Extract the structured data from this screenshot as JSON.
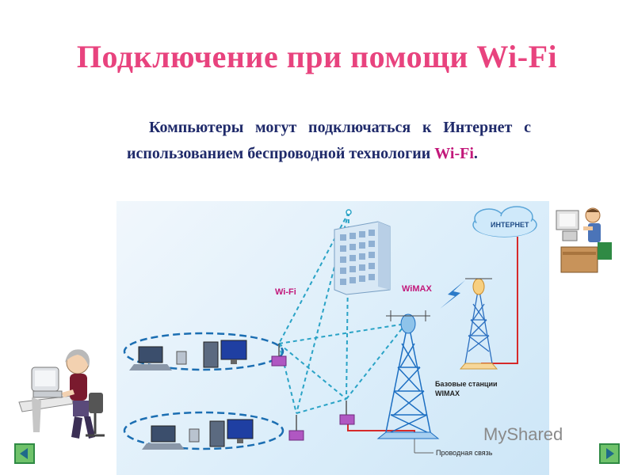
{
  "slide": {
    "title": "Подключение при помощи Wi-Fi",
    "paragraph_main": "Компьютеры могут подключаться к Интернет с использованием беспроводной технологии ",
    "paragraph_wifi": "Wi-Fi",
    "paragraph_end": "."
  },
  "diagram": {
    "internet_label": "ИНТЕРНЕТ",
    "wifi_label": "Wi-Fi",
    "wimax_label": "WiMAX",
    "base_station_line1": "Базовые станции",
    "base_station_line2": "WIMAX",
    "wired_link_label": "Проводная связь"
  },
  "nav": {
    "prev_icon": "triangle-left-icon",
    "next_icon": "triangle-right-icon"
  },
  "watermark": "MyShared",
  "colors": {
    "title": "#e8437e",
    "text": "#1f2a6a",
    "accent": "#c2187a",
    "nav_fill": "#6fc26a"
  }
}
